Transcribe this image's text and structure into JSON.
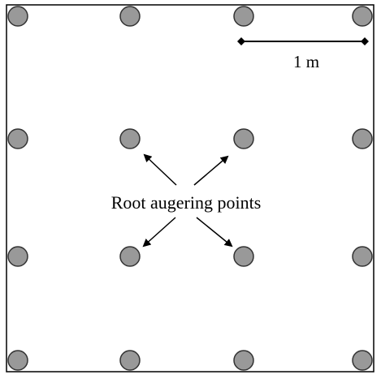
{
  "diagram": {
    "scale_bar": {
      "label": "1 m"
    },
    "annotation": {
      "label": "Root augering points"
    },
    "grid": {
      "rows": 4,
      "columns": 4
    },
    "colors": {
      "point_fill": "#999999",
      "point_stroke": "#333333",
      "line": "#000000",
      "background": "#ffffff"
    }
  }
}
